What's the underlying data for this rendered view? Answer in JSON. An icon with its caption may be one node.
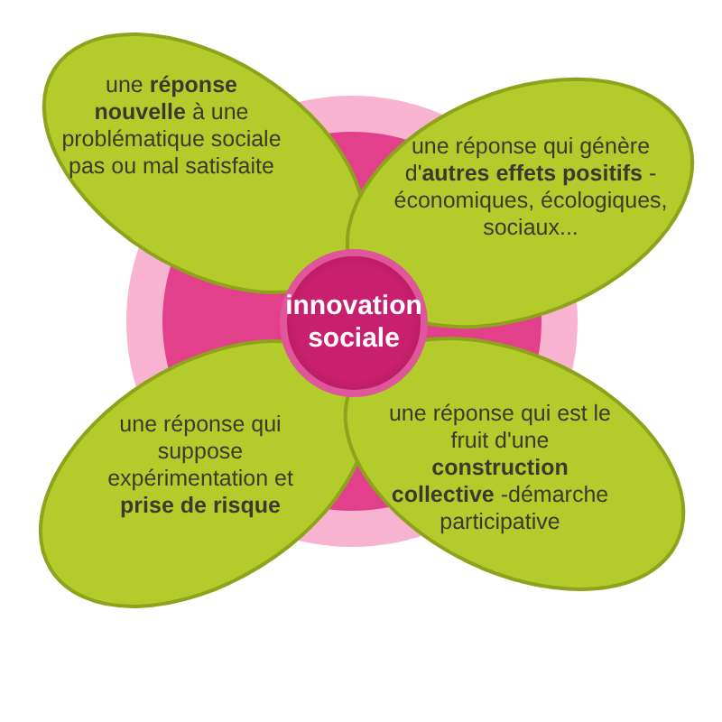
{
  "diagram": {
    "nodes": [
      {
        "text": [
          "une **réponse nouvelle** à une problématique sociale pas ou mal satisfaite"
        ]
      },
      {
        "text": [
          "une réponse qui génère d'**autres effets positifs** - économiques, écologiques, sociaux..."
        ]
      },
      {
        "text": [
          "innovation sociale"
        ]
      },
      {
        "text": [
          "une réponse qui suppose expérimentation et **prise de risque**"
        ]
      },
      {
        "text": [
          "une réponse qui est le fruit d'une **construction collective** -démarche participative"
        ]
      }
    ]
  }
}
